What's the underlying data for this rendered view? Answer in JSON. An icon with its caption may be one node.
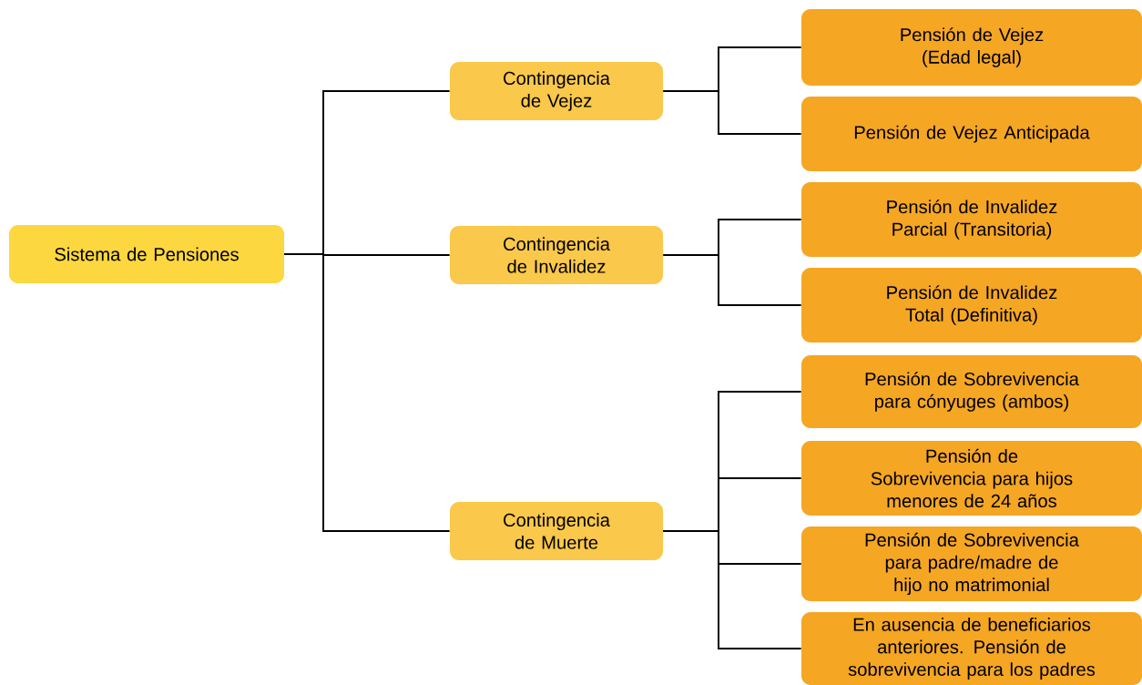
{
  "diagram": {
    "nodes": [
      {
        "text": [
          "Sistema de Pensiones"
        ]
      },
      {
        "text": [
          "Contingencia de Vejez"
        ]
      },
      {
        "text": [
          "Contingencia de Invalidez"
        ]
      },
      {
        "text": [
          "Contingencia de Muerte"
        ]
      },
      {
        "text": [
          "Pensión de Vejez (Edad legal)"
        ]
      },
      {
        "text": [
          "Pensión de Vejez Anticipada"
        ]
      },
      {
        "text": [
          "Pensión de Invalidez Parcial (Transitoria)"
        ]
      },
      {
        "text": [
          "Pensión de Invalidez Total (Definitiva)"
        ]
      },
      {
        "text": [
          "Pensión de Sobrevivencia para cónyuges (ambos)"
        ]
      },
      {
        "text": [
          "Pensión de Sobrevivencia para hijos menores de 24 años"
        ]
      },
      {
        "text": [
          "Pensión de Sobrevivencia para padre/madre de hijo no matrimonial"
        ]
      },
      {
        "text": [
          "En ausencia de beneficiarios anteriores. Pensión de sobrevivencia para los padres"
        ]
      }
    ],
    "edges": [
      {
        "from": 0,
        "to": 1,
        "arrow": "none"
      },
      {
        "from": 0,
        "to": 2,
        "arrow": "none"
      },
      {
        "from": 0,
        "to": 3,
        "arrow": "none"
      },
      {
        "from": 1,
        "to": 4,
        "arrow": "none"
      },
      {
        "from": 1,
        "to": 5,
        "arrow": "none"
      },
      {
        "from": 2,
        "to": 6,
        "arrow": "none"
      },
      {
        "from": 2,
        "to": 7,
        "arrow": "none"
      },
      {
        "from": 3,
        "to": 8,
        "arrow": "none"
      },
      {
        "from": 3,
        "to": 9,
        "arrow": "none"
      },
      {
        "from": 3,
        "to": 10,
        "arrow": "none"
      },
      {
        "from": 3,
        "to": 11,
        "arrow": "none"
      }
    ]
  }
}
